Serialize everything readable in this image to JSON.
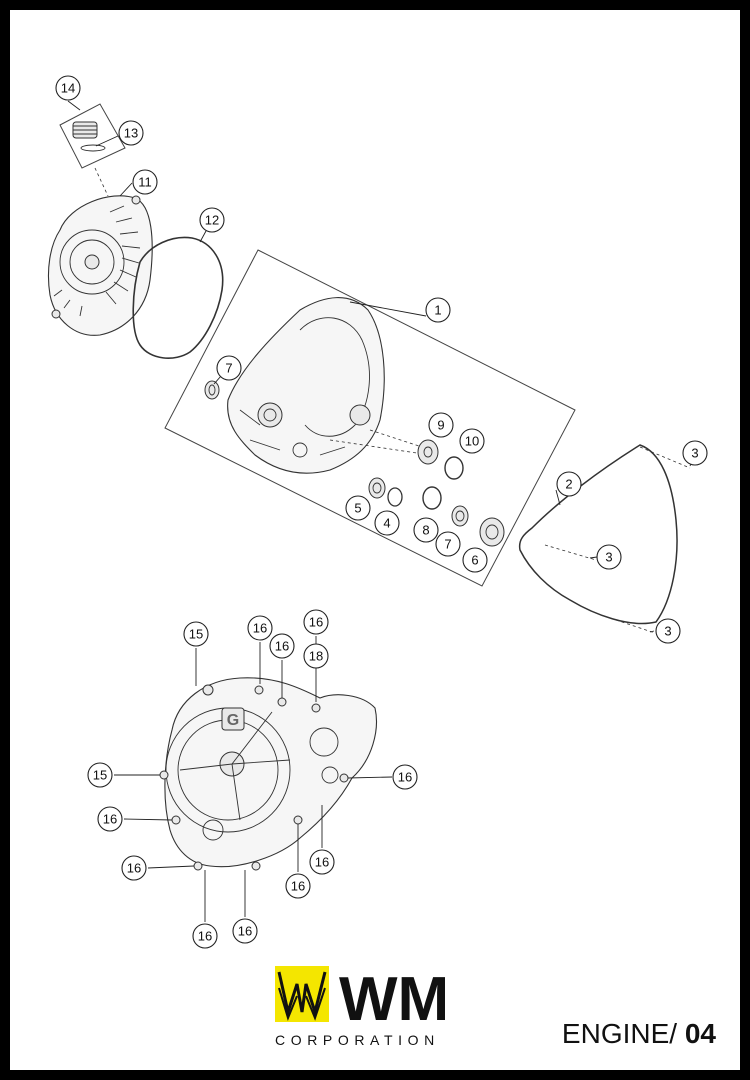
{
  "callouts": {
    "c14": "14",
    "c13": "13",
    "c11": "11",
    "c12": "12",
    "c1": "1",
    "c7a": "7",
    "c9": "9",
    "c10": "10",
    "c5": "5",
    "c4": "4",
    "c8": "8",
    "c7b": "7",
    "c6": "6",
    "c3a": "3",
    "c2": "2",
    "c3b": "3",
    "c3c": "3",
    "c15a": "15",
    "c16a": "16",
    "c16b": "16",
    "c16c": "16",
    "c18": "18",
    "c15b": "15",
    "c16d": "16",
    "c16e": "16",
    "c16f": "16",
    "c16g": "16",
    "c16h": "16",
    "c16i": "16",
    "c16j": "16"
  },
  "brand": {
    "name": "WM",
    "subtitle": "CORPORATION",
    "logo_color": "#f4e600"
  },
  "page": {
    "section": "ENGINE/",
    "number": "04"
  }
}
